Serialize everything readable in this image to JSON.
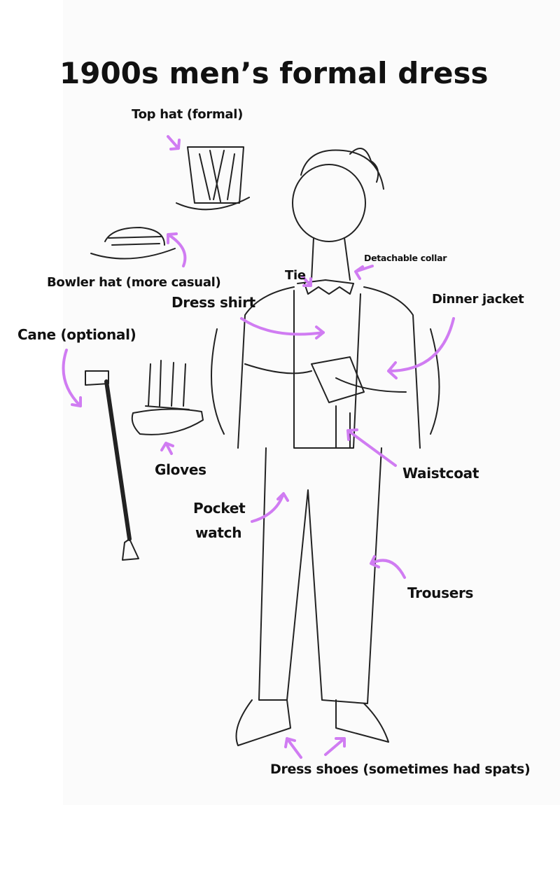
{
  "title": "1900s men’s formal dress",
  "colors": {
    "arrow": "#d07cf2",
    "ink": "#222222"
  },
  "labels": {
    "top_hat": "Top hat (formal)",
    "bowler_hat": "Bowler hat (more casual)",
    "cane": "Cane (optional)",
    "gloves": "Gloves",
    "pocket_watch_1": "Pocket",
    "pocket_watch_2": "watch",
    "dress_shirt": "Dress shirt",
    "tie": "Tie",
    "detachable_collar": "Detachable collar",
    "dinner_jacket": "Dinner jacket",
    "waistcoat": "Waistcoat",
    "trousers": "Trousers",
    "dress_shoes": "Dress shoes (sometimes had spats)"
  }
}
